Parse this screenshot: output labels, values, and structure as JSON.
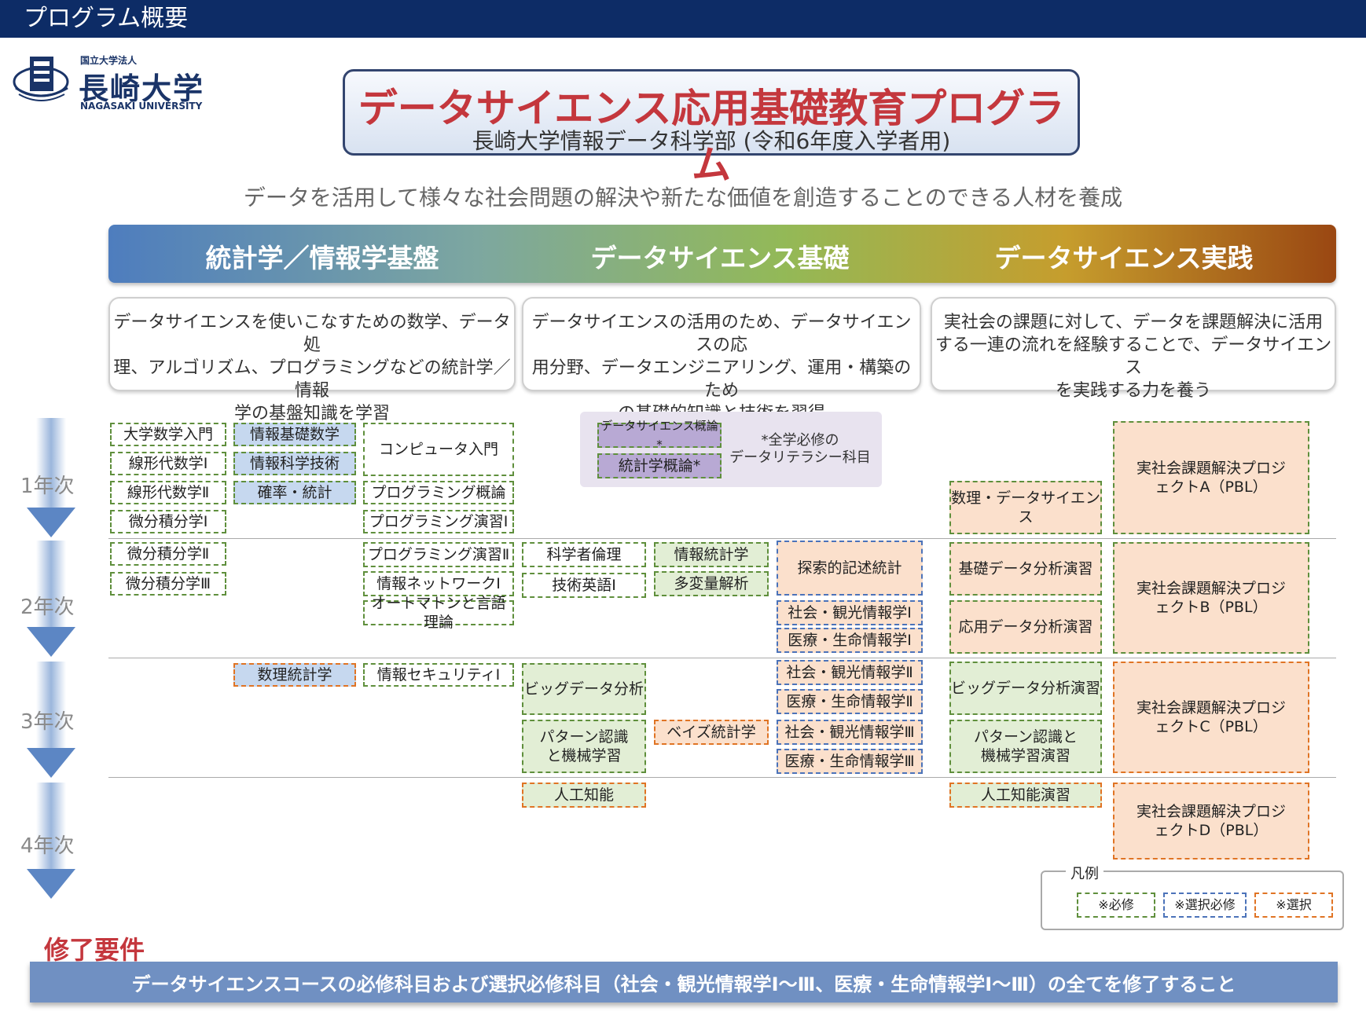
{
  "header": {
    "title": "プログラム概要"
  },
  "logo": {
    "small": "国立大学法人",
    "name": "長崎大学",
    "english": "NAGASAKI UNIVERSITY"
  },
  "program": {
    "title": "データサイエンス応用基礎教育プログラム",
    "subtitle": "長崎大学情報データ科学部 (令和6年度入学者用)",
    "tagline": "データを活用して様々な社会問題の解決や新たな価値を創造することのできる人材を養成"
  },
  "colors": {
    "header_bar": "#0d2c66",
    "title_red": "#c4373d",
    "required": "#5f8f3c",
    "selective_required": "#4c73b9",
    "elective": "#e07424"
  },
  "columns": [
    {
      "heading": "統計学／情報学基盤",
      "description": [
        "データサイエンスを使いこなすための数学、データ処",
        "理、アルゴリズム、プログラミングなどの統計学／情報",
        "学の基盤知識を学習"
      ]
    },
    {
      "heading": "データサイエンス基礎",
      "description": [
        "データサイエンスの活用のため、データサイエンスの応",
        "用分野、データエンジニアリング、運用・構築のため",
        "の基礎的知識と技術を習得"
      ]
    },
    {
      "heading": "データサイエンス実践",
      "description": [
        "実社会の課題に対して、データを課題解決に活用",
        "する一連の流れを経験することで、データサイエンス",
        "を実践する力を養う"
      ]
    }
  ],
  "years": [
    "1年次",
    "2年次",
    "3年次",
    "4年次"
  ],
  "literacy_note": [
    "*全学必修の",
    "データリテラシー科目"
  ],
  "courses": {
    "y1": [
      "大学数学入門",
      "線形代数学Ⅰ",
      "線形代数学Ⅱ",
      "微分積分学Ⅰ",
      "情報基礎数学",
      "情報科学技術",
      "確率・統計",
      "コンピュータ入門",
      "プログラミング概論",
      "プログラミング演習Ⅰ",
      "データサイエンス概論*",
      "統計学概論*",
      "数理・データサイエンス",
      "実社会課題解決プロジェクトA（PBL）"
    ],
    "y2": [
      "微分積分学Ⅱ",
      "微分積分学Ⅲ",
      "プログラミング演習Ⅱ",
      "情報ネットワークⅠ",
      "オートマトンと言語理論",
      "科学者倫理",
      "技術英語Ⅰ",
      "情報統計学",
      "多変量解析",
      "探索的記述統計",
      "社会・観光情報学Ⅰ",
      "医療・生命情報学Ⅰ",
      "基礎データ分析演習",
      "応用データ分析演習",
      "実社会課題解決プロジェクトB（PBL）"
    ],
    "y3": [
      "数理統計学",
      "情報セキュリティⅠ",
      "ビッグデータ分析",
      "パターン認識と機械学習",
      "ベイズ統計学",
      "社会・観光情報学Ⅱ",
      "医療・生命情報学Ⅱ",
      "社会・観光情報学Ⅲ",
      "医療・生命情報学Ⅲ",
      "ビッグデータ分析演習",
      "パターン認識と機械学習演習",
      "実社会課題解決プロジェクトC（PBL）"
    ],
    "y4": [
      "人工知能",
      "人工知能演習",
      "実社会課題解決プロジェクトD（PBL）"
    ]
  },
  "legend": {
    "title": "凡例",
    "required": "※必修",
    "selective_required": "※選択必修",
    "elective": "※選択"
  },
  "completion": {
    "title": "修了要件",
    "text": "データサイエンスコースの必修科目および選択必修科目（社会・観光情報学Ⅰ～Ⅲ、医療・生命情報学Ⅰ～Ⅲ）の全てを修了すること"
  }
}
